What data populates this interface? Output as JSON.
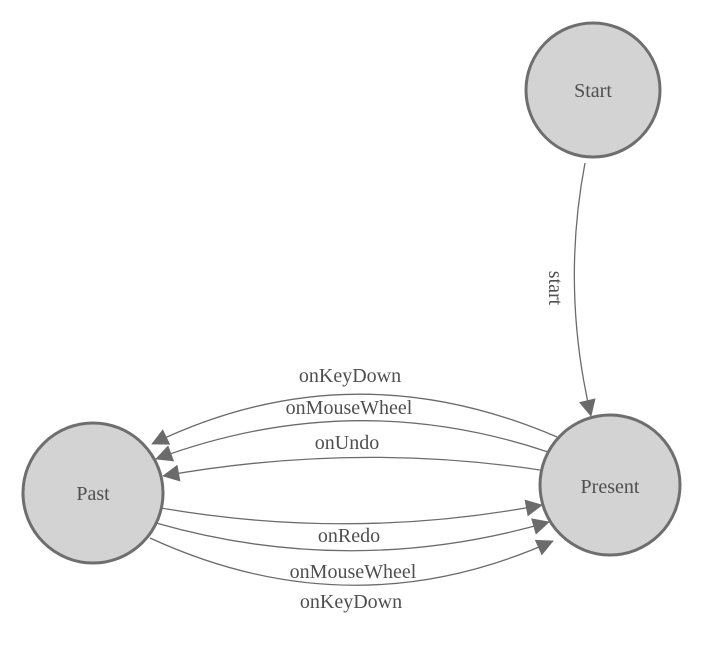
{
  "diagram": {
    "kind": "state-machine",
    "nodes": [
      {
        "id": "start",
        "label": "Start"
      },
      {
        "id": "past",
        "label": "Past"
      },
      {
        "id": "present",
        "label": "Present"
      }
    ],
    "edges": [
      {
        "from": "Start",
        "to": "Present",
        "label": "start"
      },
      {
        "from": "Present",
        "to": "Past",
        "label": "onKeyDown"
      },
      {
        "from": "Present",
        "to": "Past",
        "label": "onMouseWheel"
      },
      {
        "from": "Present",
        "to": "Past",
        "label": "onUndo"
      },
      {
        "from": "Past",
        "to": "Present",
        "label": "onRedo"
      },
      {
        "from": "Past",
        "to": "Present",
        "label": "onMouseWheel"
      },
      {
        "from": "Past",
        "to": "Present",
        "label": "onKeyDown"
      }
    ],
    "colors": {
      "background": "#ffffff",
      "node_fill": "#d3d3d3",
      "node_border": "#6e6e6e",
      "edge": "#6b6b6b",
      "text": "#4f4f4f"
    }
  }
}
